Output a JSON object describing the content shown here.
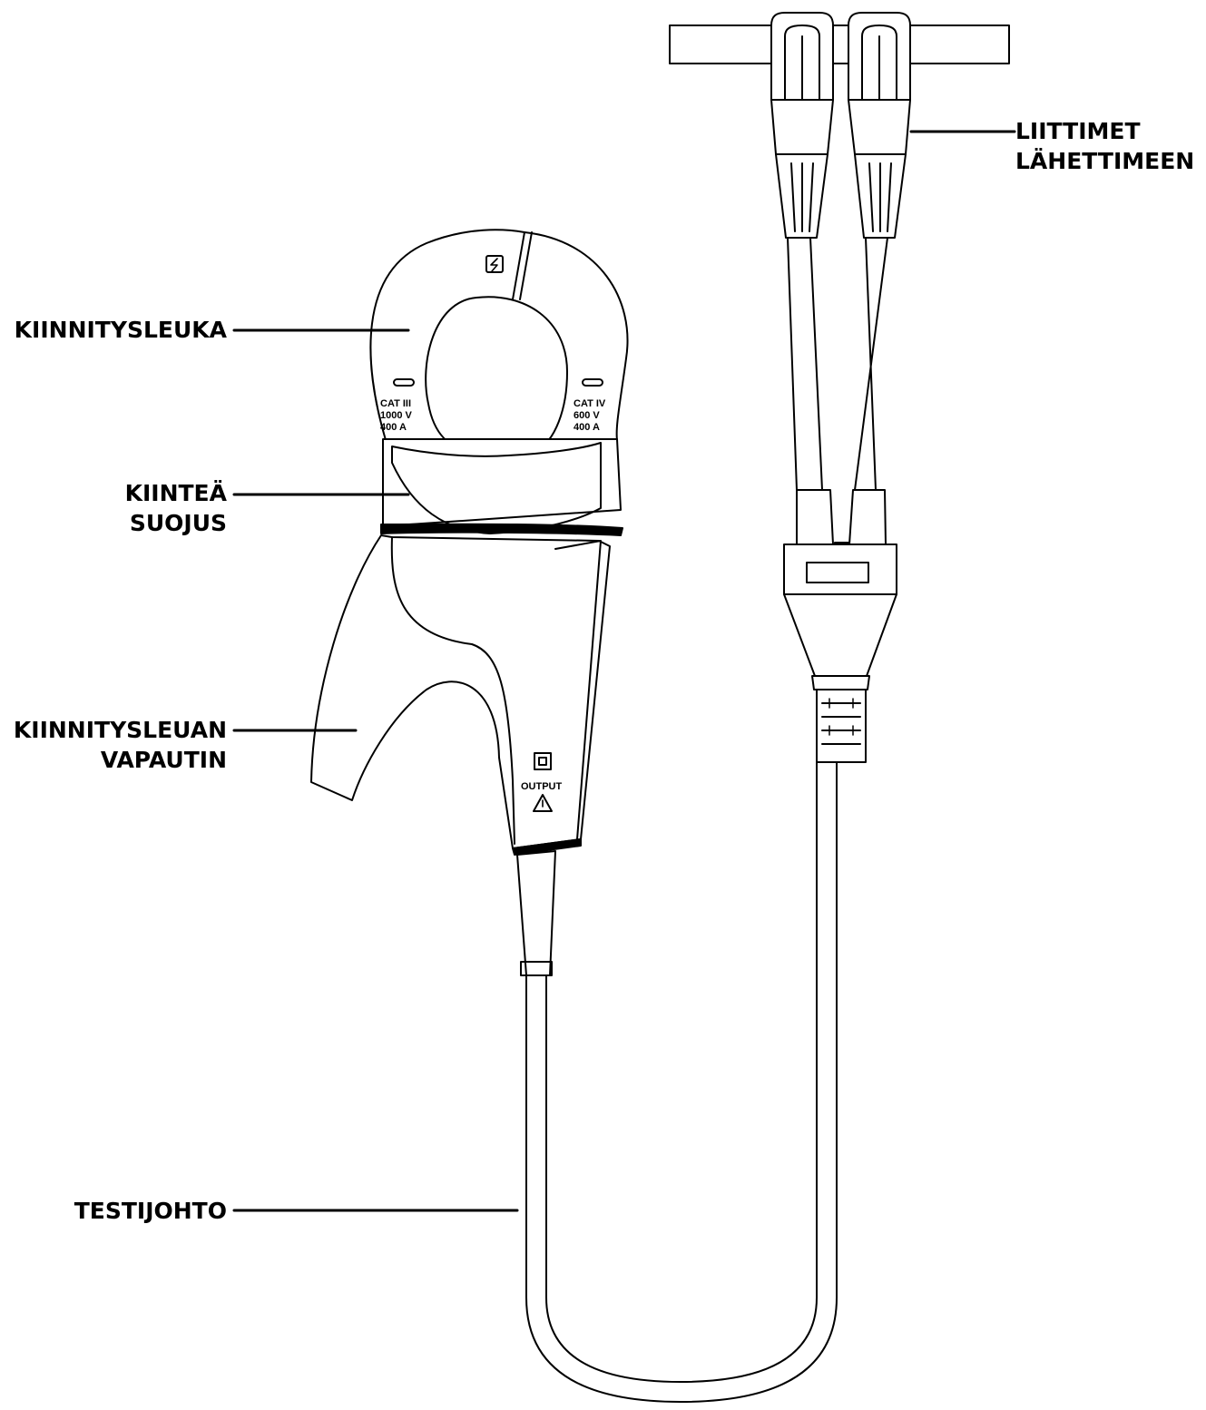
{
  "labels": {
    "clamp_jaw": "KIINNITYSLEUKA",
    "fixed_guard_line1": "KIINTEÄ",
    "fixed_guard_line2": "SUOJUS",
    "jaw_release_line1": "KIINNITYSLEUAN",
    "jaw_release_line2": "VAPAUTIN",
    "test_lead": "TESTIJOHTO",
    "connectors_line1": "LIITTIMET",
    "connectors_line2": "LÄHETTIMEEN"
  },
  "device_markings": {
    "left_rating_1": "CAT III",
    "left_rating_2": "1000 V",
    "left_rating_3": "400 A",
    "right_rating_1": "CAT IV",
    "right_rating_2": "600 V",
    "right_rating_3": "400 A",
    "output": "OUTPUT"
  },
  "icons": {
    "hazard_symbol": "lightning-box-icon",
    "double_insulation": "square-in-square-icon",
    "warning": "warning-triangle-icon"
  }
}
